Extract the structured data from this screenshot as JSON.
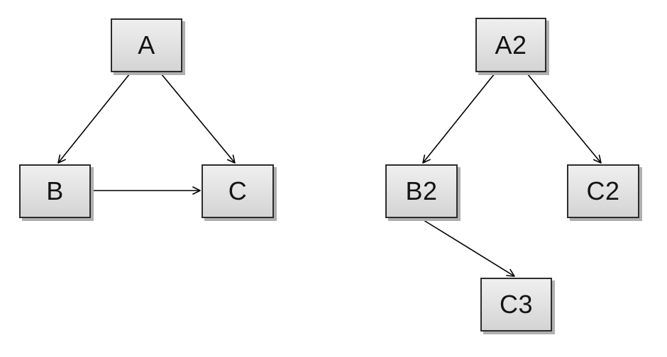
{
  "diagrams": [
    {
      "id": "left-graph",
      "nodes": [
        {
          "id": "A",
          "label": "A"
        },
        {
          "id": "B",
          "label": "B"
        },
        {
          "id": "C",
          "label": "C"
        }
      ],
      "edges": [
        {
          "from": "A",
          "to": "B"
        },
        {
          "from": "A",
          "to": "C"
        },
        {
          "from": "B",
          "to": "C"
        }
      ]
    },
    {
      "id": "right-graph",
      "nodes": [
        {
          "id": "A2",
          "label": "A2"
        },
        {
          "id": "B2",
          "label": "B2"
        },
        {
          "id": "C2",
          "label": "C2"
        },
        {
          "id": "C3",
          "label": "C3"
        }
      ],
      "edges": [
        {
          "from": "A2",
          "to": "B2"
        },
        {
          "from": "A2",
          "to": "C2"
        },
        {
          "from": "B2",
          "to": "C3"
        }
      ]
    }
  ],
  "colors": {
    "background": "#ffffff",
    "node_fill_top": "#efefef",
    "node_fill_bottom": "#d4d4d4",
    "node_border": "#2d2d2d",
    "node_shadow": "#afafaf",
    "edge": "#000000",
    "label": "#141414"
  }
}
